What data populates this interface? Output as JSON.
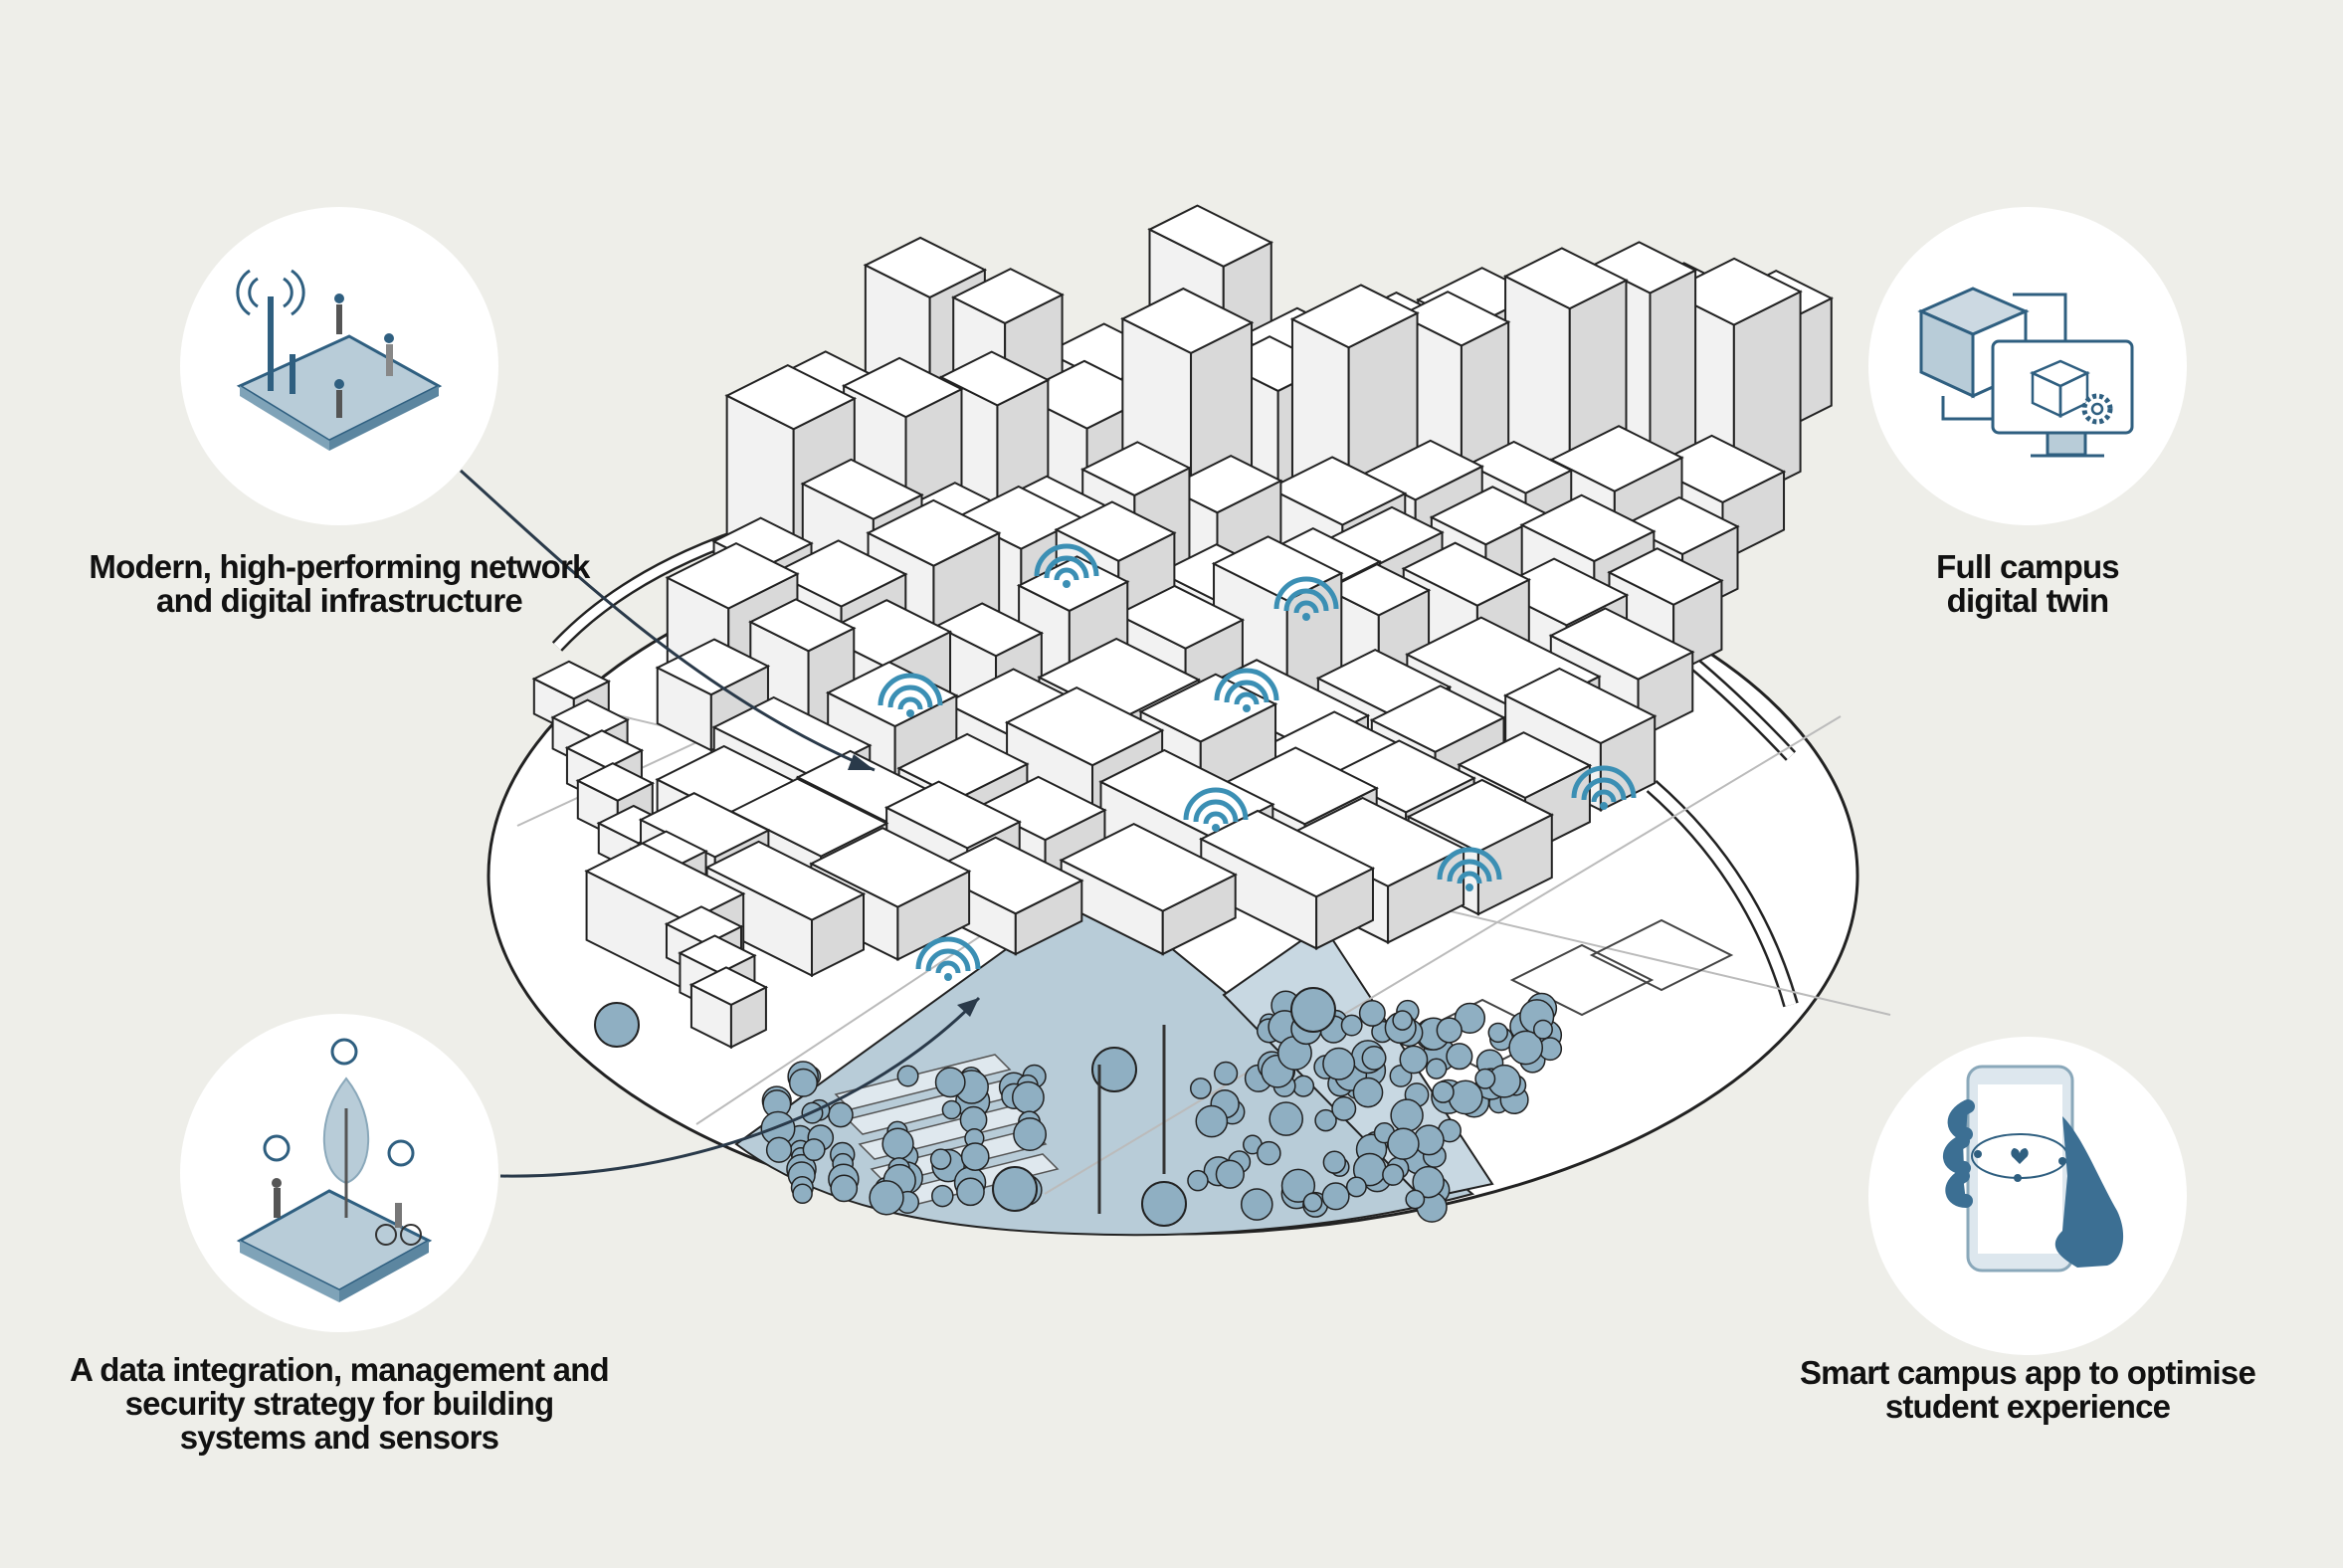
{
  "features": [
    {
      "id": "network",
      "caption": "Modern, high-performing network and digital infrastructure",
      "icon": "network-antenna-icon"
    },
    {
      "id": "digital-twin",
      "caption": "Full campus digital twin",
      "icon": "digital-twin-icon"
    },
    {
      "id": "data-strategy",
      "caption": "A data integration, management and security strategy for building systems and sensors",
      "icon": "sensor-data-icon"
    },
    {
      "id": "app",
      "caption": "Smart campus app to optimise student experience",
      "icon": "smartphone-app-icon"
    }
  ],
  "colors": {
    "background": "#eeeee9",
    "accent": "#3b8fb4",
    "dark_blue": "#2f5f80",
    "light_blue": "#b8ccd8",
    "line": "#222222"
  }
}
